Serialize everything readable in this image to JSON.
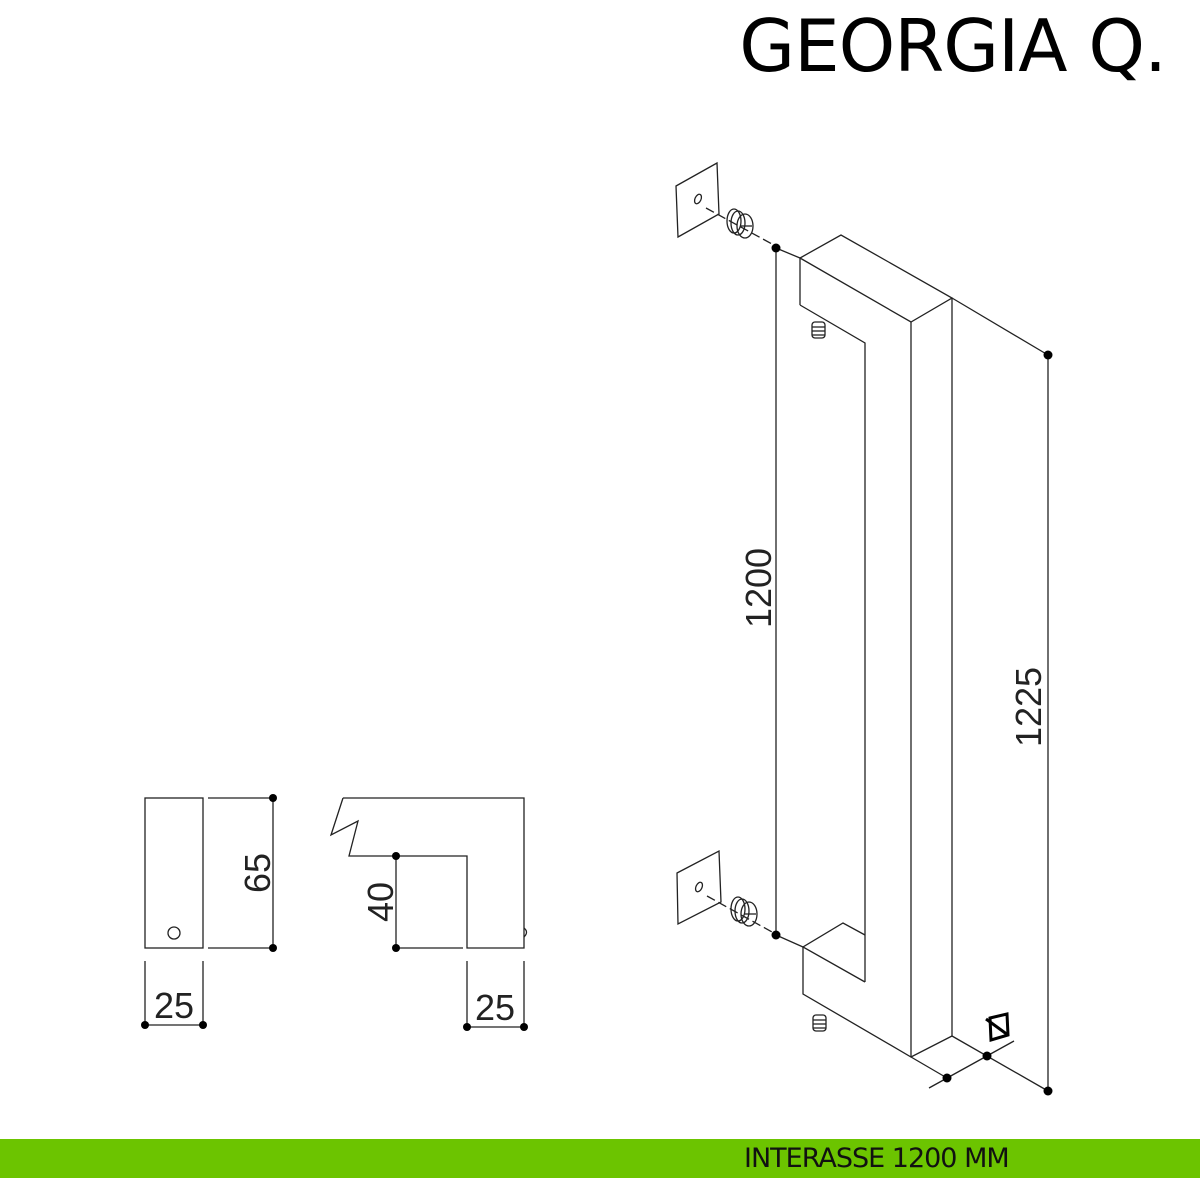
{
  "header": {
    "title": "GEORGIA Q."
  },
  "dimensions": {
    "profile_height": "65",
    "profile_width": "25",
    "leg_height": "40",
    "leg_width": "25",
    "center_distance": "1200",
    "overall_length": "1225"
  },
  "footer": {
    "text": "INTERASSE 1200 MM",
    "color": "#6cc400"
  }
}
